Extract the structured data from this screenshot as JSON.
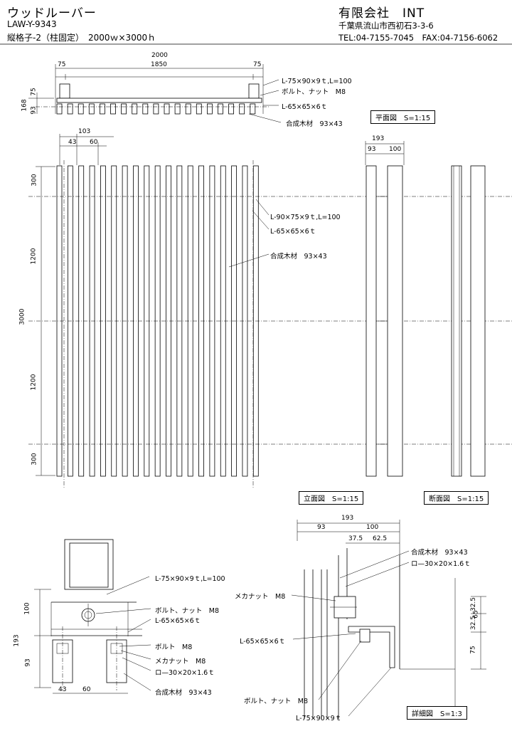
{
  "header": {
    "product_name": "ウッドルーバー",
    "model_code": "LAW-Y-9343",
    "description": "縦格子-2（柱固定）　2000ｗ×3000ｈ",
    "company": "有限会社　INT",
    "address": "千葉県流山市西初石3-3-6",
    "contact": "TEL:04-7155-7045　FAX:04-7156-6062"
  },
  "plan": {
    "label": "平面図　S=1:15",
    "dims": {
      "total": "2000",
      "mid": "1850",
      "left": "75",
      "right": "75",
      "h75": "75",
      "h168": "168",
      "h93": "93"
    },
    "notes": [
      "L-75×90×9ｔ,L=100",
      "ボルト、ナット　M8",
      "L-65×65×6ｔ",
      "合成木材　93×43"
    ]
  },
  "elevation": {
    "label": "立面図　S=1:15",
    "dims": {
      "pitch": "103",
      "w43": "43",
      "w60": "60",
      "v300a": "300",
      "v1200a": "1200",
      "v3000": "3000",
      "v1200b": "1200",
      "v300b": "300"
    },
    "notes": [
      "L-90×75×9ｔ,L=100",
      "L-65×65×6ｔ",
      "合成木材　93×43"
    ]
  },
  "side": {
    "dims": {
      "d193": "193",
      "d93": "93",
      "d100": "100"
    }
  },
  "section": {
    "label": "断面図　S=1:15"
  },
  "bottom_left": {
    "dims": {
      "d100": "100",
      "d193": "193",
      "d93": "93",
      "d43": "43",
      "d60": "60"
    },
    "notes": [
      "L-75×90×9ｔ,L=100",
      "ボルト、ナット　M8",
      "L-65×65×6ｔ",
      "ボルト　M8",
      "メカナット　M8",
      "ロ—30×20×1.6ｔ",
      "合成木材　93×43"
    ]
  },
  "detail": {
    "label": "詳細図　S=1:3",
    "dims": {
      "d193": "193",
      "d93": "93",
      "d100": "100",
      "d37_5": "37.5",
      "d62_5": "62.5",
      "v32_5a": "32.5",
      "v32_5b": "32.5",
      "v65": "65",
      "v75": "75"
    },
    "notes": [
      "合成木材　93×43",
      "ロ—30×20×1.6ｔ",
      "メカナット　M8",
      "L-65×65×6ｔ",
      "ボルト、ナット　M8",
      "L-75×90×9ｔ"
    ]
  }
}
